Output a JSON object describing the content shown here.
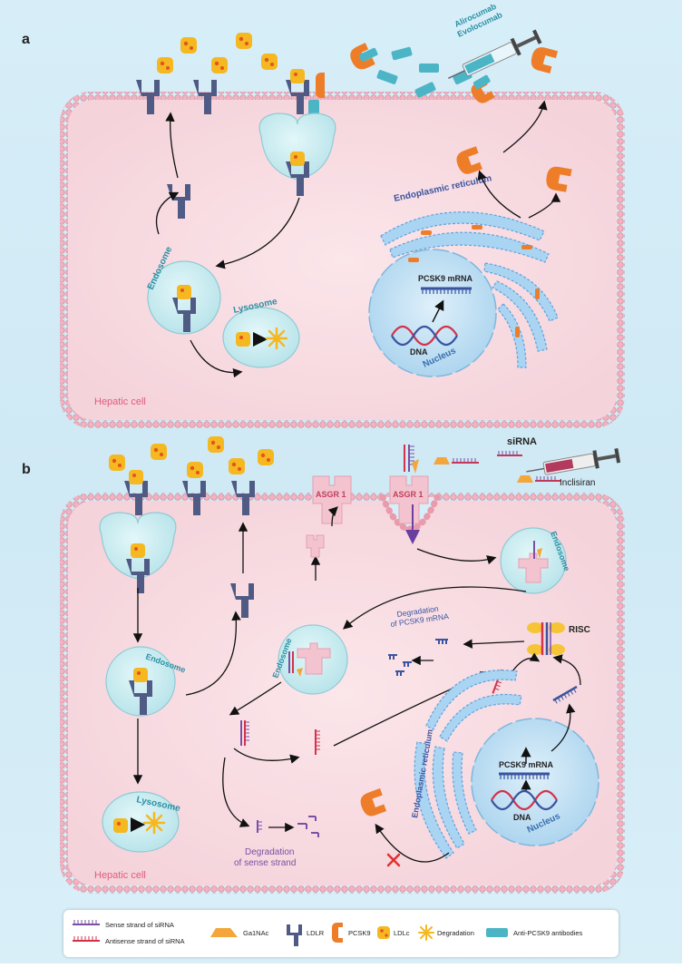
{
  "panels": {
    "a": {
      "letter": "a",
      "drug": [
        "Alirocumab",
        "Evolocumab"
      ],
      "labels": {
        "endosome": "Endosome",
        "lysosome": "Lysosome",
        "er": "Endoplasmic reticulum",
        "mrna": "PCSK9 mRNA",
        "dna": "DNA",
        "nucleus": "Nucleus",
        "cell": "Hepatic cell"
      }
    },
    "b": {
      "letter": "b",
      "drug": "Inclisiran",
      "sirna": "siRNA",
      "asgr": "ASGR 1",
      "risc": "RISC",
      "degradation_mrna": [
        "Degradation",
        "of PCSK9 mRNA"
      ],
      "degradation_sense": [
        "Degradation",
        "of sense strand"
      ],
      "labels": {
        "endosome": "Endosome",
        "lysosome": "Lysosome",
        "er": "Endoplasmic reticulum",
        "mrna": "PCSK9 mRNA",
        "dna": "DNA",
        "nucleus": "Nucleus",
        "cell": "Hepatic cell"
      }
    }
  },
  "legend": {
    "sense": "Sense strand of siRNA",
    "antisense": "Antisense strand of siRNA",
    "galnac": "Ga1NAc",
    "ldlr": "LDLR",
    "pcsk9": "PCSK9",
    "ldlc": "LDLc",
    "degradation": "Degradation",
    "antibodies": "Anti-PCSK9 antibodies"
  },
  "colors": {
    "cell_fill": "#f8dde3",
    "membrane": "#e99aab",
    "ldlr": "#4f5a85",
    "pcsk9": "#ee7d2a",
    "ldlc": "#f5b820",
    "antibody": "#4bb5c6",
    "endosome": "#c5ecf1",
    "nucleus": "#bfe0f4",
    "er": "#5fa3dd",
    "sense": "#7a4fa5",
    "antisense": "#d3334a",
    "galnac": "#f4a63b",
    "asgr": "#f3c4cf",
    "teal_label": "#2a8fa3",
    "cell_label": "#e05c7a"
  }
}
